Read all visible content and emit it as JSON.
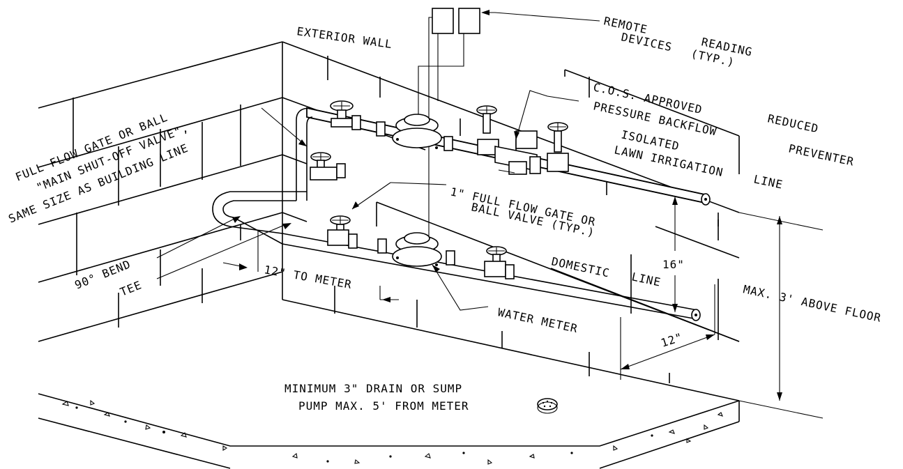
{
  "diagram": {
    "labels": {
      "exterior_wall": "EXTERIOR WALL",
      "remote_1": "REMOTE",
      "remote_2": "READING",
      "remote_3": "DEVICES",
      "remote_4": "(TYP.)",
      "cos_1": "C.O.S. APPROVED",
      "cos_2": "REDUCED",
      "cos_3": "PRESSURE BACKFLOW",
      "cos_4": "PREVENTER",
      "isolated_1": "ISOLATED",
      "isolated_2": "LAWN IRRIGATION",
      "isolated_3": "LINE",
      "full_flow_1": "FULL FLOW GATE OR BALL",
      "full_flow_2": "\"MAIN SHUT-OFF VALVE\",",
      "full_flow_3": "SAME SIZE AS BUILDING LINE",
      "one_inch_1": "1\" FULL FLOW GATE OR",
      "one_inch_2": "BALL VALVE (TYP.)",
      "sixteen": "16\"",
      "domestic_1": "DOMESTIC",
      "domestic_2": "LINE",
      "bend": "90° BEND",
      "tee": "TEE",
      "twelve_to_meter": "12\" TO METER",
      "water_meter": "WATER METER",
      "max_above_floor": "MAX. 3' ABOVE FLOOR",
      "twelve": "12\"",
      "drain_1": "MINIMUM 3\" DRAIN OR SUMP",
      "drain_2": "PUMP MAX. 5' FROM METER"
    }
  }
}
